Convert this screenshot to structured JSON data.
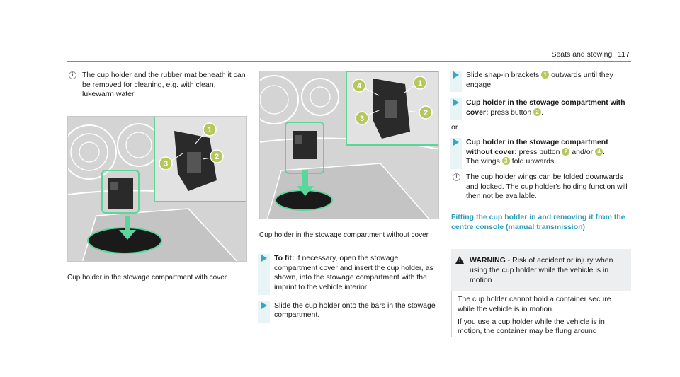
{
  "header": {
    "title": "Seats and stowing",
    "page_number": "117"
  },
  "column1": {
    "note": "The cup holder and the rubber mat beneath it can be removed for cleaning, e.g. with clean, lukewarm water.",
    "figure_caption": "Cup holder in the stowage compartment with cover",
    "figure_callouts": [
      "1",
      "2",
      "3"
    ]
  },
  "column2": {
    "figure_callouts": [
      "4",
      "1",
      "3",
      "2"
    ],
    "figure_caption": "Cup holder in the stowage compartment without cover",
    "step1": {
      "lead": "To fit:",
      "text": " if necessary, open the stowage compartment cover and insert the cup holder, as shown, into the stowage compartment with the imprint to the vehicle interior."
    },
    "step2": {
      "text": "Slide the cup holder onto the bars in the stowage compartment."
    }
  },
  "column3": {
    "step1": {
      "pre": "Slide snap-in brackets ",
      "num": "1",
      "post": " outwards until they engage."
    },
    "step2": {
      "lead": "Cup holder in the stowage compartment with cover:",
      "pre": " press button ",
      "num": "2",
      "post": "."
    },
    "or": "or",
    "step3": {
      "lead": "Cup holder in the stowage compartment without cover:",
      "pre": " press button ",
      "num1": "2",
      "mid": " and/or ",
      "num2": "4",
      "post": ".",
      "line2_pre": "The wings ",
      "num3": "3",
      "line2_post": " fold upwards."
    },
    "note": "The cup holder wings can be folded downwards and locked. The cup holder's holding function will then not be available.",
    "section_title": "Fitting the cup holder in and removing it from the centre console (manual transmission)",
    "warning": {
      "label": "WARNING",
      "heading": " - Risk of accident or injury when using the cup holder while the vehicle is in motion",
      "para1": "The cup holder cannot hold a container secure while the vehicle is in motion.",
      "para2": "If you use a cup holder while the vehicle is in motion, the container may be flung around"
    }
  },
  "colors": {
    "accent": "#36a6c2",
    "callout": "#b6c75b",
    "highlight": "#5bd59a"
  }
}
